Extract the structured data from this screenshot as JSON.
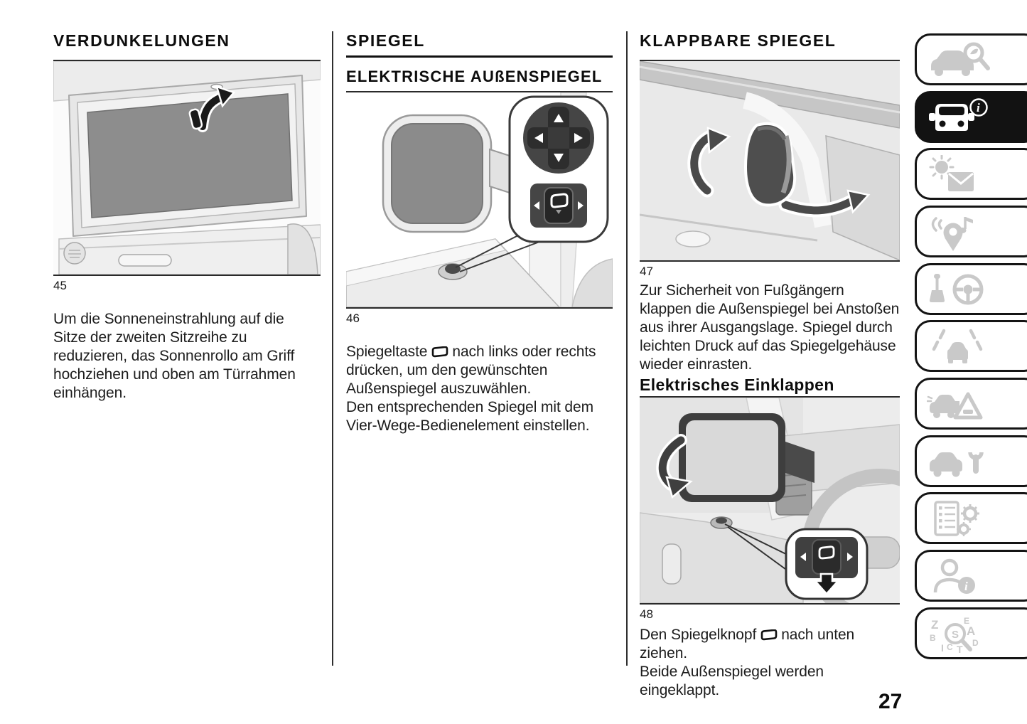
{
  "page": {
    "number": "27",
    "language": "de"
  },
  "sections": {
    "verdunkelungen": {
      "heading": "VERDUNKELUNGEN",
      "figure_label": "45",
      "body": "Um die Sonneneinstrahlung auf die Sitze der zweiten Sitzreihe zu reduzieren, das Sonnenrollo am Griff hochziehen und oben am Türrahmen einhängen."
    },
    "spiegel": {
      "heading": "SPIEGEL",
      "subheading": "ELEKTRISCHE AUßENSPIEGEL",
      "figure_label": "46",
      "para_lead": "Spiegeltaste",
      "para_icon": "mirror-button-icon",
      "para_after_icon": "nach links oder rechts drücken, um den gewünschten Außenspiegel auszuwählen.",
      "para_line2": "Den entsprechenden Spiegel mit dem Vier-Wege-Bedienelement einstellen."
    },
    "klappbare_spiegel": {
      "heading": "KLAPPBARE SPIEGEL",
      "figure_label": "47",
      "body": "Zur Sicherheit von Fußgängern klappen die Außenspiegel bei Anstoßen aus ihrer Ausgangslage. Spiegel durch leichten Druck auf das Spiegelgehäuse wieder einrasten.",
      "subheading": "Elektrisches Einklappen",
      "figure2_label": "48",
      "para_lead": "Den Spiegelknopf",
      "para_icon": "mirror-button-icon",
      "para_after_icon": "nach unten ziehen.",
      "para_line2": "Beide Außenspiegel werden eingeklappt."
    }
  },
  "sidebar": {
    "tabs": [
      {
        "icon": "car-inspection-icon",
        "active": false
      },
      {
        "icon": "car-info-icon",
        "active": true
      },
      {
        "icon": "warning-lights-message-icon",
        "active": false
      },
      {
        "icon": "multimedia-navigation-icon",
        "active": false
      },
      {
        "icon": "starting-driving-icon",
        "active": false
      },
      {
        "icon": "driver-assistance-icon",
        "active": false
      },
      {
        "icon": "emergency-icon",
        "active": false
      },
      {
        "icon": "service-maintenance-icon",
        "active": false
      },
      {
        "icon": "technical-data-icon",
        "active": false
      },
      {
        "icon": "customer-info-icon",
        "active": false
      },
      {
        "icon": "alphabetical-index-icon",
        "active": false
      }
    ]
  },
  "colors": {
    "active_tab_bg": "#121212",
    "inactive_icon": "#c9c9c9",
    "text": "#1a1a1a",
    "figure_dark_panel": "#8d8d8d"
  }
}
